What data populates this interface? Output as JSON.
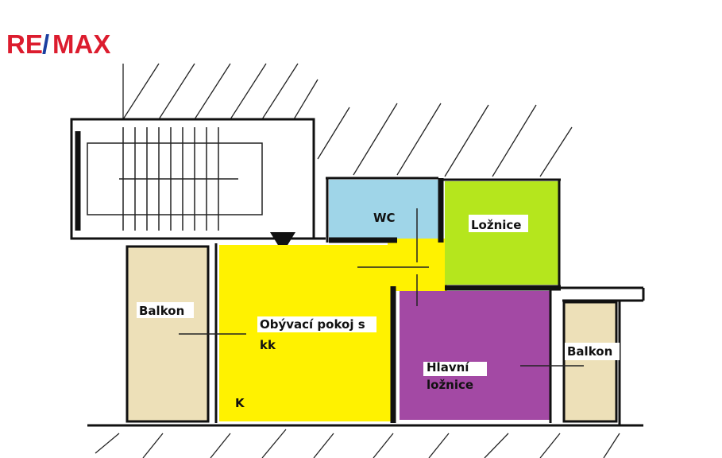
{
  "logo": {
    "text_left": "RE",
    "slash": "/",
    "text_right": "MAX",
    "red": "#dc1c2e",
    "blue": "#1b3fa0"
  },
  "rooms": {
    "wc": {
      "label": "WC",
      "color": "#9fd5e8"
    },
    "loznice": {
      "label": "Ložnice",
      "color": "#b5e61d"
    },
    "living": {
      "label_line1": "Obývací pokoj s",
      "label_line2": "kk",
      "kitchen_mark": "K",
      "color": "#fff200"
    },
    "master": {
      "label_line1": "Hlavní",
      "label_line2": "ložnice",
      "color": "#a349a4"
    },
    "balcony_left": {
      "label": "Balkon",
      "color": "#ede0b8"
    },
    "balcony_right": {
      "label": "Balkon",
      "color": "#ede0b8"
    }
  }
}
